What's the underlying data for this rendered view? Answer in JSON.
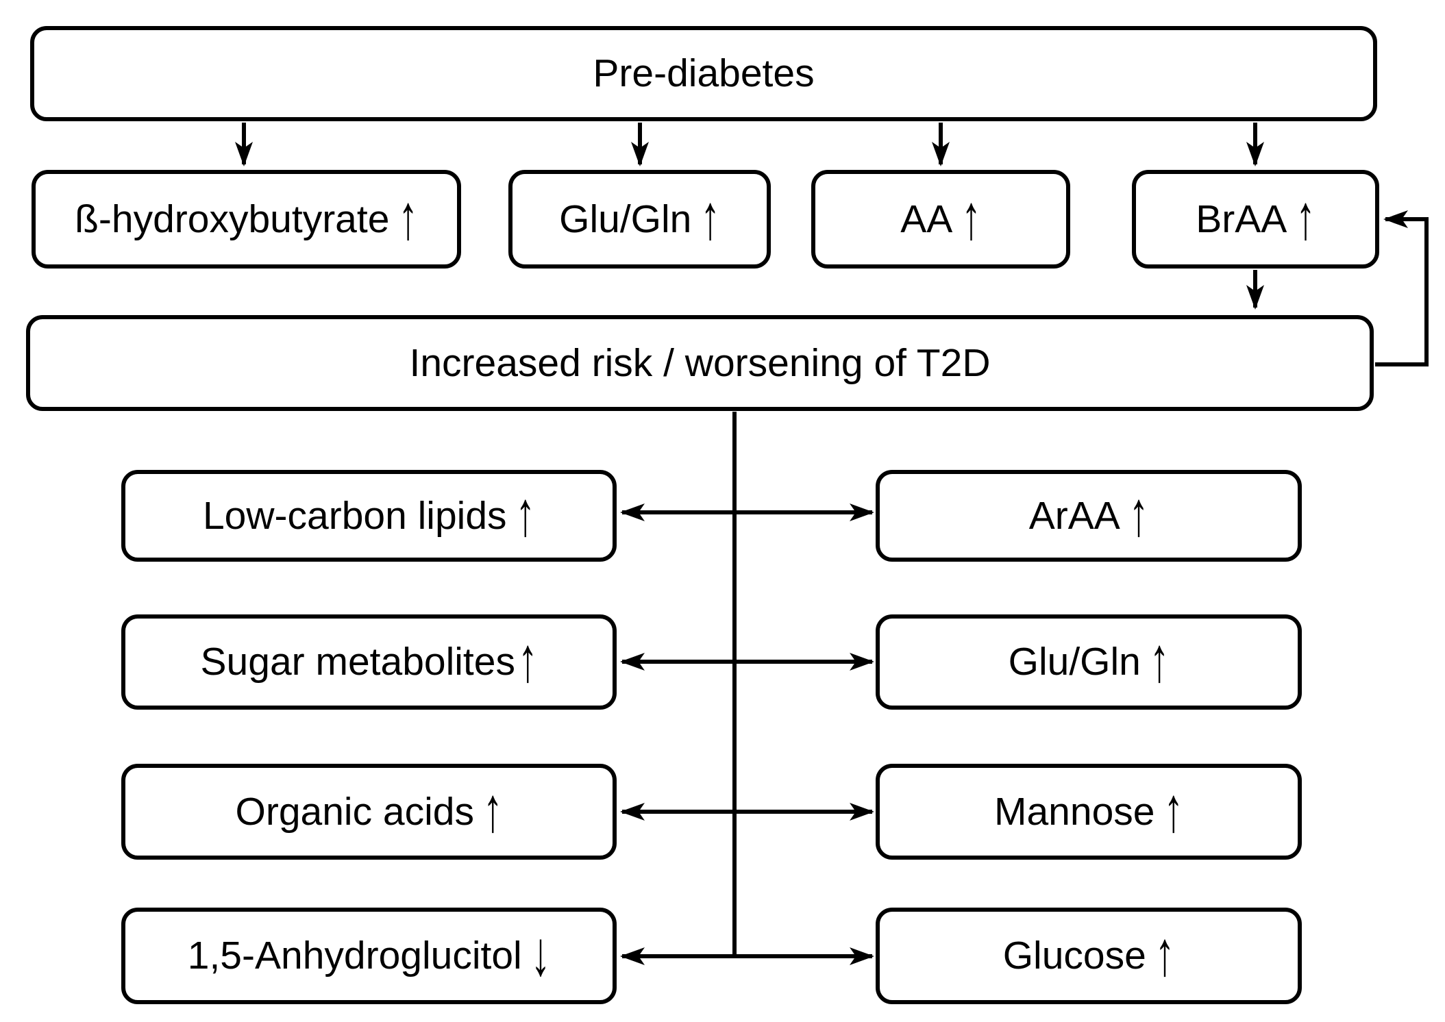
{
  "diagram": {
    "title": "Pre-diabetes metabolite flow diagram",
    "colors": {
      "stroke": "#000000",
      "background": "#ffffff"
    },
    "nodes": {
      "pre_diabetes": {
        "label": "Pre-diabetes",
        "arrow": ""
      },
      "b_hydroxybutyrate": {
        "label": "ß-hydroxybutyrate",
        "arrow": "↑"
      },
      "glu_gln_top": {
        "label": "Glu/Gln",
        "arrow": "↑"
      },
      "aa": {
        "label": "AA",
        "arrow": "↑"
      },
      "braa": {
        "label": "BrAA",
        "arrow": "↑"
      },
      "increased_risk": {
        "label": "Increased risk / worsening of T2D",
        "arrow": ""
      },
      "low_carbon_lipids": {
        "label": "Low-carbon lipids",
        "arrow": "↑"
      },
      "araa": {
        "label": "ArAA",
        "arrow": "↑"
      },
      "sugar_metabolites": {
        "label": "Sugar metabolites",
        "arrow": "↑"
      },
      "glu_gln_bottom": {
        "label": "Glu/Gln",
        "arrow": "↑"
      },
      "organic_acids": {
        "label": "Organic acids",
        "arrow": "↑"
      },
      "mannose": {
        "label": "Mannose",
        "arrow": "↑"
      },
      "anhydroglucitol_15": {
        "label": "1,5-Anhydroglucitol",
        "arrow": "↓"
      },
      "glucose": {
        "label": "Glucose",
        "arrow": "↑"
      }
    },
    "edges": [
      {
        "from": "pre_diabetes",
        "to": "b_hydroxybutyrate",
        "style": "arrow"
      },
      {
        "from": "pre_diabetes",
        "to": "glu_gln_top",
        "style": "arrow"
      },
      {
        "from": "pre_diabetes",
        "to": "aa",
        "style": "arrow"
      },
      {
        "from": "pre_diabetes",
        "to": "braa",
        "style": "arrow"
      },
      {
        "from": "braa",
        "to": "increased_risk",
        "style": "arrow"
      },
      {
        "from": "increased_risk",
        "to": "braa",
        "style": "feedback-arrow"
      },
      {
        "from": "increased_risk",
        "to": "low_carbon_lipids",
        "style": "arrow"
      },
      {
        "from": "increased_risk",
        "to": "araa",
        "style": "arrow"
      },
      {
        "from": "increased_risk",
        "to": "sugar_metabolites",
        "style": "arrow"
      },
      {
        "from": "increased_risk",
        "to": "glu_gln_bottom",
        "style": "arrow"
      },
      {
        "from": "increased_risk",
        "to": "organic_acids",
        "style": "arrow"
      },
      {
        "from": "increased_risk",
        "to": "mannose",
        "style": "arrow"
      },
      {
        "from": "increased_risk",
        "to": "anhydroglucitol_15",
        "style": "arrow"
      },
      {
        "from": "increased_risk",
        "to": "glucose",
        "style": "arrow"
      }
    ]
  }
}
